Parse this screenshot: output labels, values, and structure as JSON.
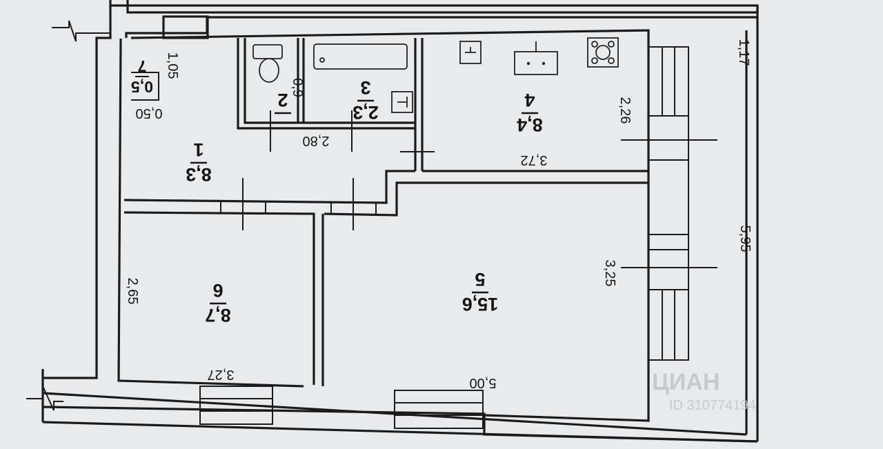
{
  "rooms": [
    {
      "id": "1",
      "area": "8,3"
    },
    {
      "id": "2",
      "area": ""
    },
    {
      "id": "3",
      "area": "2,3"
    },
    {
      "id": "4",
      "area": "8,4"
    },
    {
      "id": "5",
      "area": "15,6"
    },
    {
      "id": "6",
      "area": "8,7"
    },
    {
      "id": "7",
      "area": "0,5"
    }
  ],
  "dimensions": {
    "d_105": "1,05",
    "d_050": "0,50",
    "d_09": "0,9",
    "d_280": "2,80",
    "d_372": "3,72",
    "d_226": "2,26",
    "d_117": "1,17",
    "d_595": "5,95",
    "d_325": "3,25",
    "d_500": "5,00",
    "d_265": "2,65",
    "d_327": "3,27"
  },
  "watermark": {
    "brand": "ЦИАН",
    "id_text": "ID 310774194"
  },
  "colors": {
    "paper": "#e9eaec",
    "ink": "#1b1b1b",
    "watermark": "#c4c6c9"
  }
}
